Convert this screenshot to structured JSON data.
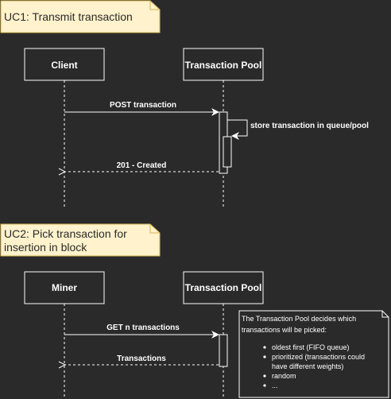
{
  "colors": {
    "background": "#2a2a2a",
    "usecase_fill": "#fff2cc",
    "usecase_stroke": "#d6b656",
    "line": "#ffffff"
  },
  "uc1": {
    "title": "UC1: Transmit transaction",
    "participants": [
      "Client",
      "Transaction Pool"
    ],
    "messages": {
      "post": "POST transaction",
      "store": "store transaction in queue/pool",
      "created": "201 - Created"
    }
  },
  "uc2": {
    "title_line1": "UC2: Pick transaction for",
    "title_line2": "insertion in block",
    "participants": [
      "Miner",
      "Transaction Pool"
    ],
    "messages": {
      "get": "GET n transactions",
      "transactions": "Transactions"
    },
    "note": {
      "line1": "The Transaction Pool decides which",
      "line2": "transactions will be picked:",
      "bullets": [
        "oldest first (FIFO queue)",
        "prioritized (transactions could",
        "have different weights)",
        "random",
        "..."
      ]
    }
  }
}
